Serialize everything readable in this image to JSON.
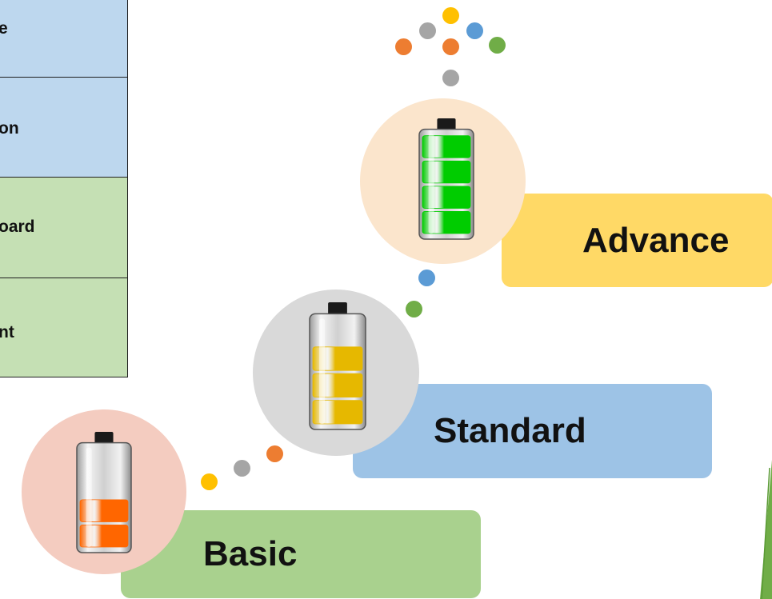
{
  "table": {
    "rows": [
      {
        "label": "e",
        "color": "#bdd7ee"
      },
      {
        "label": "on",
        "color": "#bdd7ee"
      },
      {
        "label": "oard",
        "color": "#c5e0b4"
      },
      {
        "label": "nt",
        "color": "#c5e0b4"
      }
    ]
  },
  "levels": [
    {
      "label": "Basic",
      "card_color": "#a9d18e",
      "circle_color": "#f4ccc0",
      "battery_color": "#ff6600",
      "bars_filled": 2
    },
    {
      "label": "Standard",
      "card_color": "#9dc3e6",
      "circle_color": "#d9d9d9",
      "battery_color": "#e6b800",
      "bars_filled": 3
    },
    {
      "label": "Advance",
      "card_color": "#ffd966",
      "circle_color": "#fbe5cc",
      "battery_color": "#00cc00",
      "bars_filled": 4
    }
  ],
  "dot_colors": {
    "orange": "#ed7d31",
    "gray": "#a5a5a5",
    "yellow": "#ffc000",
    "blue": "#5b9bd5",
    "green": "#70ad47"
  },
  "accent": {
    "green_arrow": "#70ad47"
  }
}
